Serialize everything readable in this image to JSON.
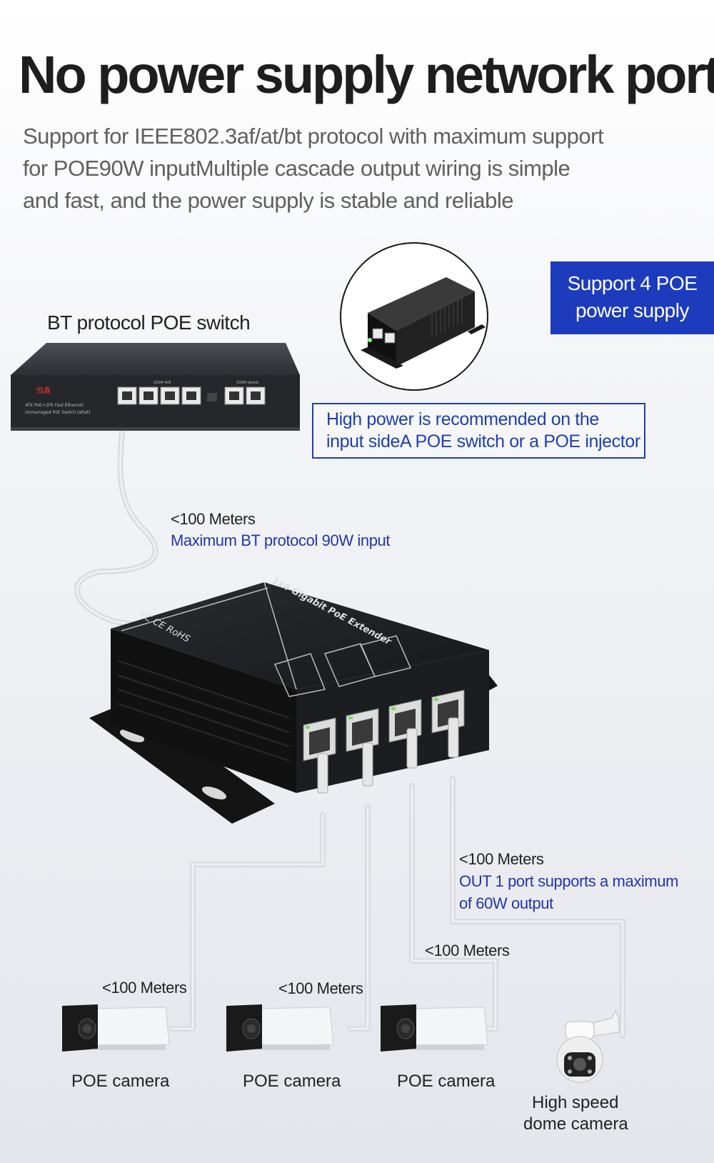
{
  "title": "No power supply network port",
  "subtitle_lines": [
    "Support for IEEE802.3af/at/bt protocol with maximum support",
    "for POE90W inputMultiple cascade output wiring is simple",
    "and fast, and the power supply is stable and reliable"
  ],
  "badge_lines": [
    "Support 4 POE",
    "power supply"
  ],
  "switch_label": "BT protocol POE switch",
  "recommendation_lines": [
    "High power is recommended on the",
    "input sideA POE switch or a POE injector"
  ],
  "input_cable": {
    "distance": "<100 Meters",
    "note": "Maximum BT protocol 90W input"
  },
  "extender": {
    "name": "1x4 Gigabit PoE Extender",
    "certifications": "FC CE RoHS"
  },
  "switch_device": {
    "brand": "恒鑫",
    "model_line1": "4FE PoE+2FE Fast Ethernet",
    "model_line2": "Unmanaged PoE Switch (af/at)",
    "poe_group": "100M PoE",
    "uplink_group": "100M Uplink"
  },
  "out1_cable": {
    "distance": "<100 Meters",
    "note_lines": [
      "OUT 1 port supports a maximum",
      "of 60W output"
    ]
  },
  "cable_distances": {
    "cam1": "<100 Meters",
    "cam2": "<100 Meters",
    "cam3": "<100 Meters"
  },
  "cameras": [
    {
      "label": "POE camera"
    },
    {
      "label": "POE camera"
    },
    {
      "label": "POE camera"
    }
  ],
  "dome_camera_lines": [
    "High speed",
    "dome camera"
  ],
  "colors": {
    "accent_blue": "#1c3bbd",
    "note_blue": "#2336a8",
    "device_black": "#1a1a1a",
    "cable_gray": "#d6d8dc"
  }
}
